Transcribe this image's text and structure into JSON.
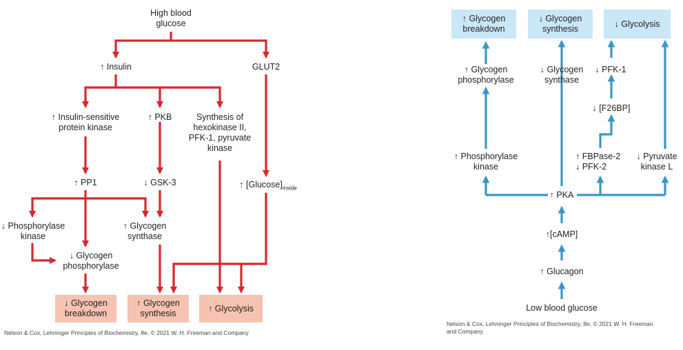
{
  "red_panel": {
    "high_glucose": [
      "High blood",
      "glucose"
    ],
    "insulin": "↑ Insulin",
    "glut2": "GLUT2",
    "ins_kinase": [
      "↑ Insulin-sensitive",
      "protein kinase"
    ],
    "pkb": "↑ PKB",
    "synthesis": [
      "Synthesis of",
      "hexokinase II,",
      "PFK-1, pyruvate",
      "kinase"
    ],
    "pp1": "↑ PP1",
    "gsk3": "↓ GSK-3",
    "glucose_inside": "↑ [Glucose]",
    "glucose_inside_sub": "inside",
    "phos_kinase": [
      "↓ Phosphorylase",
      "kinase"
    ],
    "glycogen_synthase": [
      "↑ Glycogen",
      "synthase"
    ],
    "glycogen_phos": [
      "↓ Glycogen",
      "phosphorylase"
    ],
    "out_breakdown": [
      "↓ Glycogen",
      "breakdown"
    ],
    "out_synthesis": [
      "↑ Glycogen",
      "synthesis"
    ],
    "out_glycolysis": "↑ Glycolysis",
    "credit": "Nelson & Cox, Lehninger Principles of Biochemistry, 8e, © 2021 W. H. Freeman and Company",
    "color": "#d7282f",
    "box_color": "#f6c2b1"
  },
  "blue_panel": {
    "out_breakdown": [
      "↑ Glycogen",
      "breakdown"
    ],
    "out_synthesis": [
      "↓ Glycogen",
      "synthesis"
    ],
    "out_glycolysis": "↓ Glycolysis",
    "glycogen_phos": [
      "↑ Glycogen",
      "phosphorylase"
    ],
    "glycogen_synthase": [
      "↓ Glycogen",
      "synthase"
    ],
    "pfk1": "↓ PFK-1",
    "f26bp": "↓ [F26BP]",
    "phos_kinase": [
      "↑ Phosphorylase",
      "kinase"
    ],
    "fbpase": [
      "↑ FBPase-2",
      "↓ PFK-2"
    ],
    "pyruvate_kinase": [
      "↓ Pyruvate",
      "kinase L"
    ],
    "pka": "↑ PKA",
    "camp": "↑[cAMP]",
    "glucagon": "↑ Glucagon",
    "low_glucose": "Low blood glucose",
    "credit": [
      "Nelson & Cox, Lehninger Principles of Biochemistry, 8e, © 2021 W. H. Freeman",
      "and Company"
    ],
    "color": "#3a96c9",
    "box_color": "#c9e7f6"
  }
}
